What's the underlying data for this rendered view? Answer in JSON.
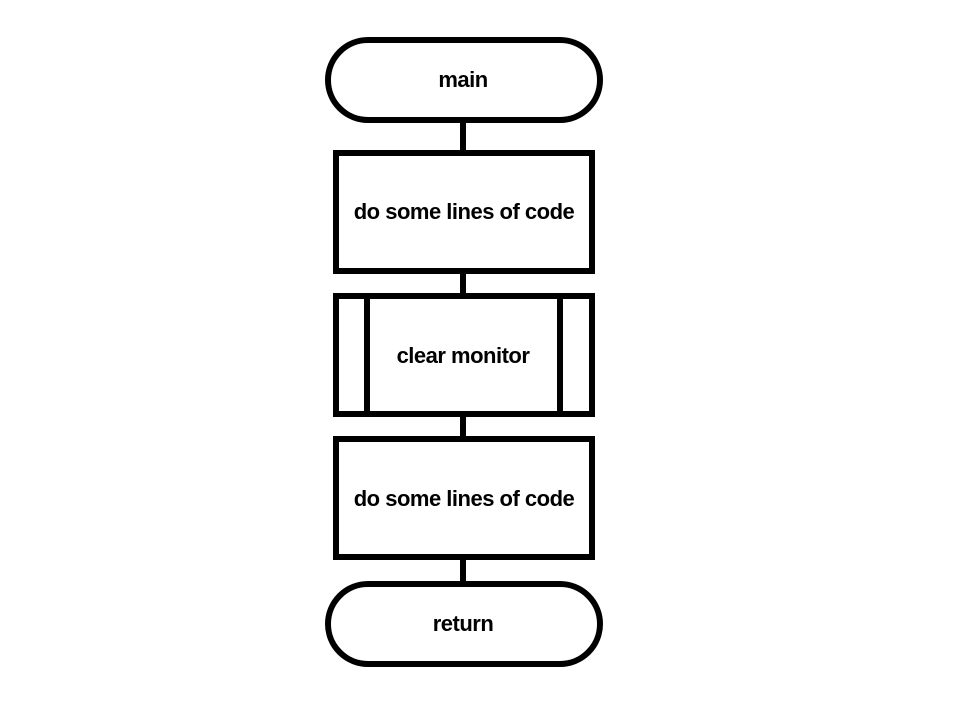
{
  "flowchart": {
    "start": {
      "label": "main",
      "shape": "terminal"
    },
    "steps": [
      {
        "label": "do some lines of code",
        "shape": "process"
      },
      {
        "label": "clear monitor",
        "shape": "predefined-process"
      },
      {
        "label": "do some lines of code",
        "shape": "process"
      }
    ],
    "end": {
      "label": "return",
      "shape": "terminal"
    }
  },
  "colors": {
    "stroke": "#000000",
    "fill": "#ffffff",
    "text": "#000000"
  }
}
